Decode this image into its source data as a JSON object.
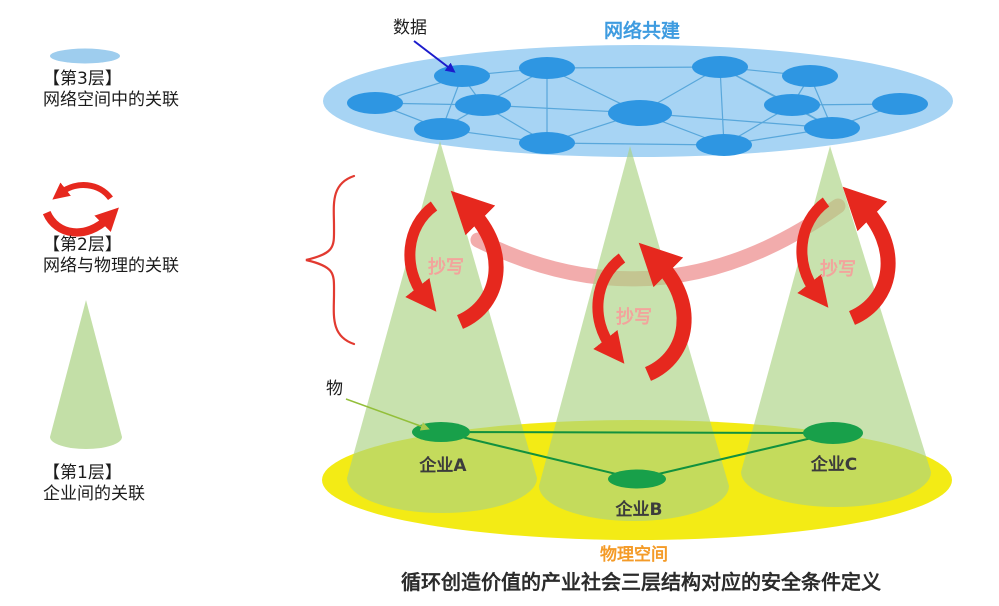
{
  "legend": {
    "items": [
      {
        "tag": "【第3层】",
        "desc": "网络空间中的关联"
      },
      {
        "tag": "【第2层】",
        "desc": "网络与物理的关联"
      },
      {
        "tag": "【第1层】",
        "desc": "企业间的关联"
      }
    ]
  },
  "cyber": {
    "title": "网络共建",
    "data_label": "数据"
  },
  "middle": {
    "copy_labels": [
      "抄写",
      "抄写",
      "抄写"
    ]
  },
  "physical": {
    "title": "物理空间",
    "object_label": "物",
    "enterprises": [
      "企业A",
      "企业B",
      "企业C"
    ]
  },
  "caption": "循环创造价值的产业社会三层结构对应的安全条件定义",
  "colors": {
    "cyber_ellipse": "#a7d4f4",
    "network_node": "#2e96e2",
    "cyber_title": "#3f9ce0",
    "cone_green": "#aad282",
    "physical_ellipse": "#f3eb15",
    "enterprise_dot": "#18a04a",
    "link_green": "#12913e",
    "arrow_red": "#e6281e",
    "copy_text_pink": "#f2a49c",
    "physical_title_orange": "#f49b28",
    "band_pink": "#ef8f8f",
    "data_arrow_blue": "#1c1ccc"
  }
}
